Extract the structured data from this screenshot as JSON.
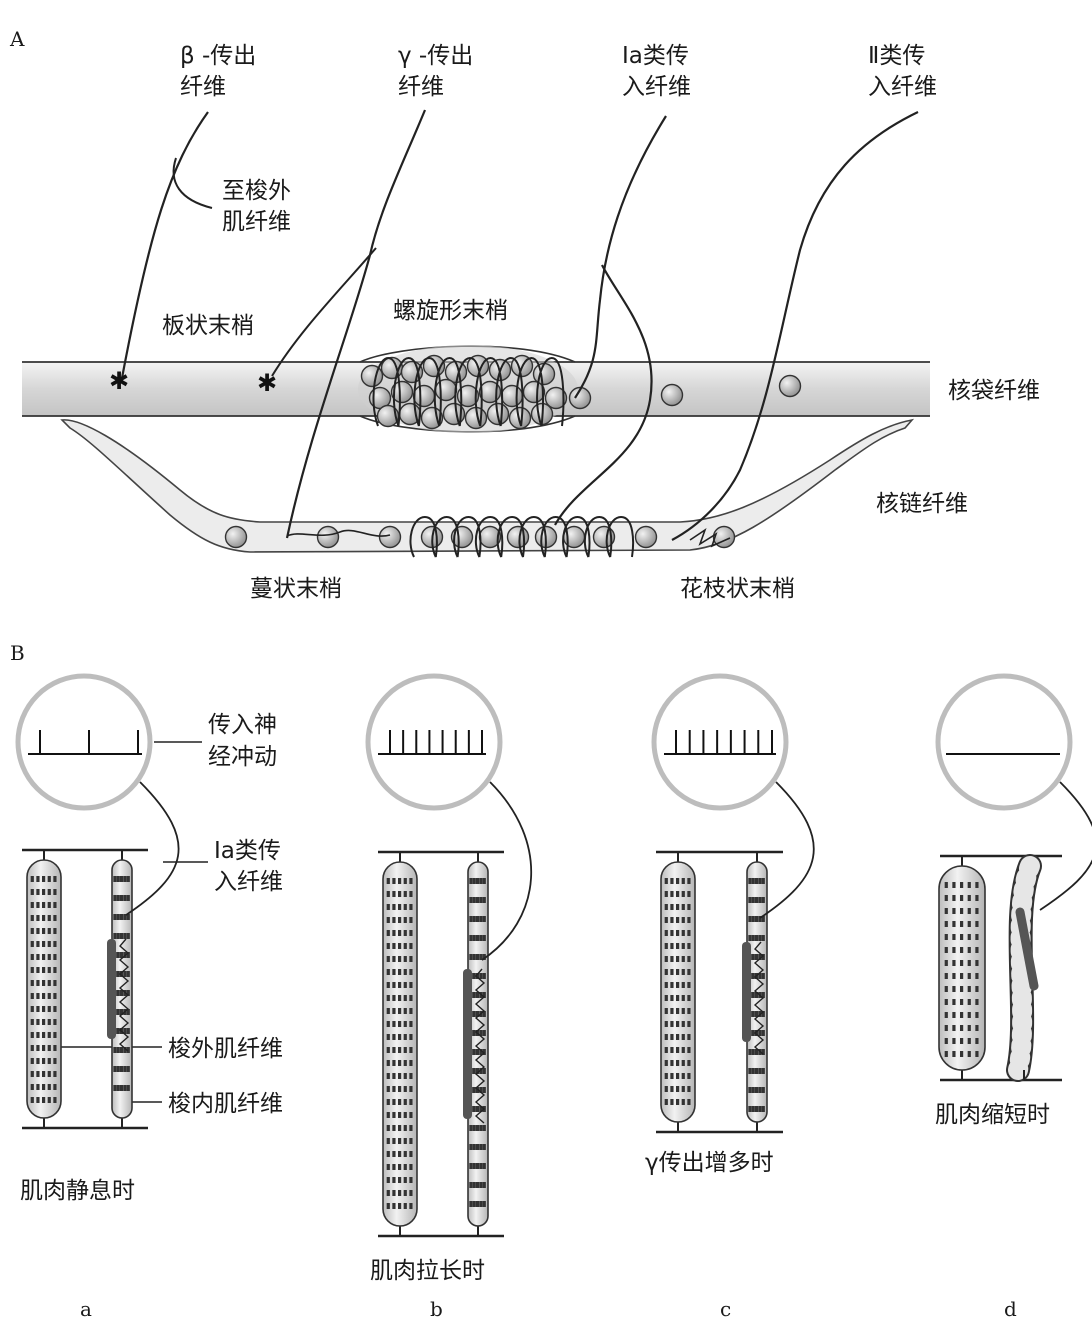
{
  "panel_a": {
    "letter": "A",
    "beta_efferent": [
      "β -传出",
      "纤维"
    ],
    "gamma_efferent": [
      "γ -传出",
      "纤维"
    ],
    "ia_afferent": [
      "Ia类传",
      "入纤维"
    ],
    "ii_afferent": [
      "Ⅱ类传",
      "入纤维"
    ],
    "to_extrafusal": [
      "至梭外",
      "肌纤维"
    ],
    "plate_ending": "板状末梢",
    "spiral_ending": "螺旋形末梢",
    "nuclear_bag": "核袋纤维",
    "nuclear_chain": "核链纤维",
    "trail_ending": "蔓状末梢",
    "flower_spray_ending": "花枝状末梢"
  },
  "panel_b": {
    "letter": "B",
    "afferent_impulse": [
      "传入神",
      "经冲动"
    ],
    "ia_afferent": [
      "Ia类传",
      "入纤维"
    ],
    "extrafusal": "梭外肌纤维",
    "intrafusal": "梭内肌纤维",
    "states": [
      {
        "letter": "a",
        "caption": "肌肉静息时",
        "impulses": 3
      },
      {
        "letter": "b",
        "caption": "肌肉拉长时",
        "impulses": 8
      },
      {
        "letter": "c",
        "caption": "γ传出增多时",
        "impulses": 8
      },
      {
        "letter": "d",
        "caption": "肌肉缩短时",
        "impulses": 0
      }
    ]
  }
}
